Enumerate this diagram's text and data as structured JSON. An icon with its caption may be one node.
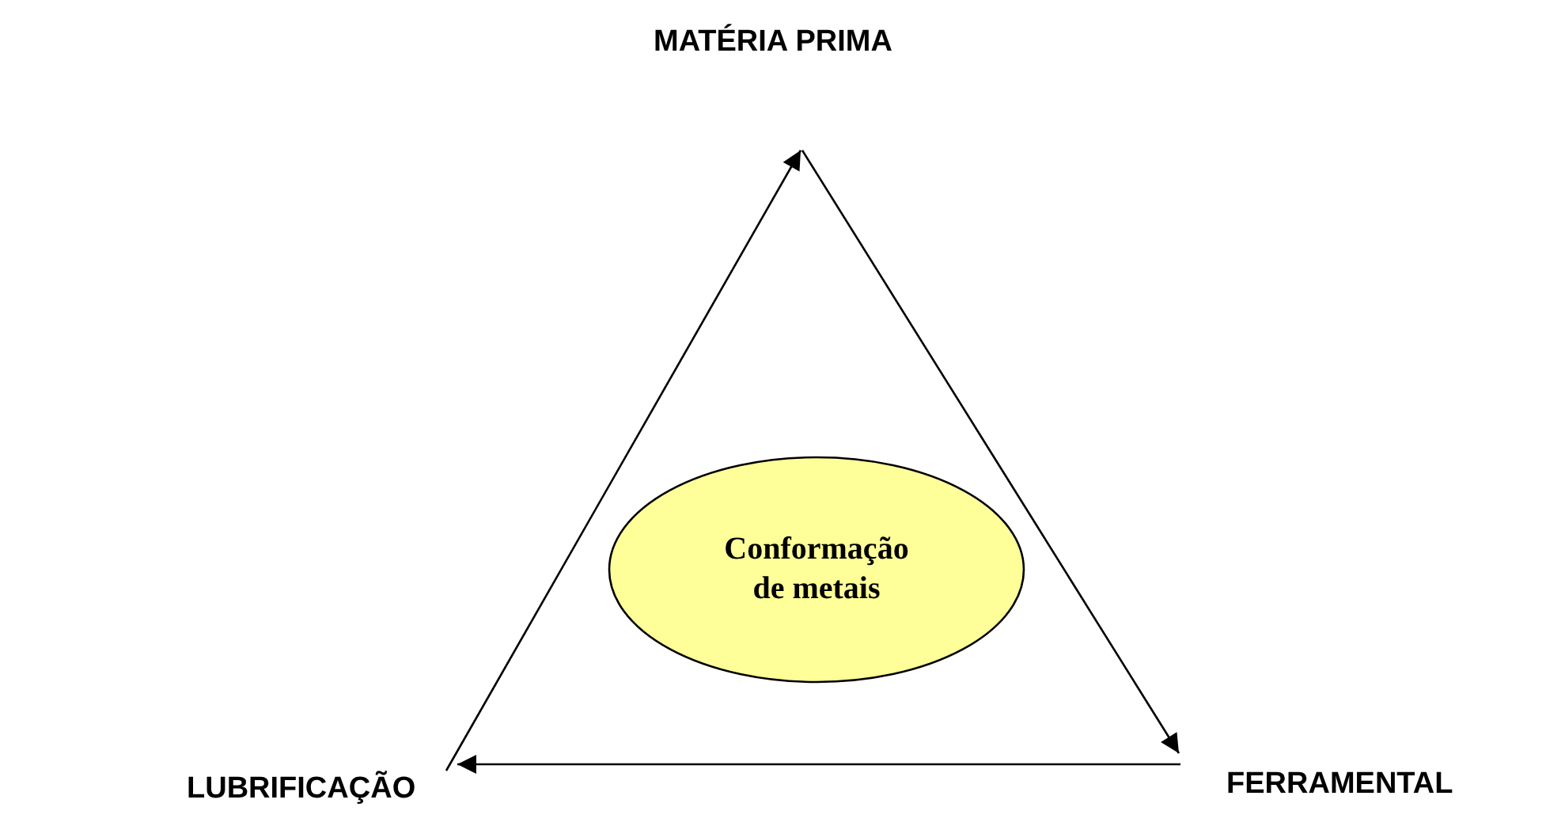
{
  "diagram": {
    "nodes": [
      {
        "text": [
          "MATÉRIA PRIMA"
        ]
      },
      {
        "text": [
          "FERRAMENTAL"
        ]
      },
      {
        "text": [
          "LUBRIFICAÇÃO"
        ]
      },
      {
        "text": [
          "Conformação de metais"
        ]
      }
    ],
    "edges": [
      {
        "from": 2,
        "to": 0,
        "arrow": "to"
      },
      {
        "from": 0,
        "to": 1,
        "arrow": "to"
      },
      {
        "from": 1,
        "to": 2,
        "arrow": "to"
      }
    ]
  }
}
